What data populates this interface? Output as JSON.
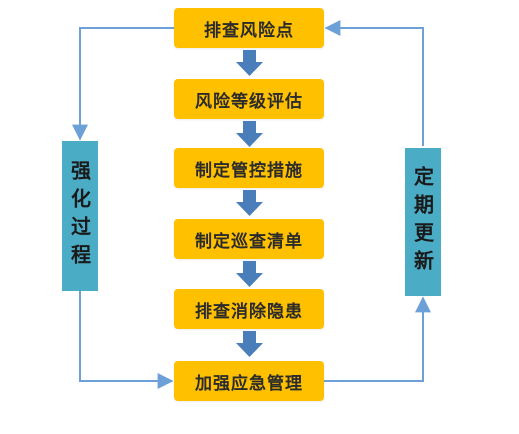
{
  "steps": [
    {
      "label": "排查风险点"
    },
    {
      "label": "风险等级评估"
    },
    {
      "label": "制定管控措施"
    },
    {
      "label": "制定巡查清单"
    },
    {
      "label": "排查消除隐患"
    },
    {
      "label": "加强应急管理"
    }
  ],
  "left_side": {
    "label": "强化过程"
  },
  "right_side": {
    "label": "定期更新"
  },
  "colors": {
    "step_fill": "#FFC000",
    "side_fill": "#4BACC6",
    "arrow_fill": "#4A7EBB",
    "connector_line": "#6EA0D8"
  }
}
